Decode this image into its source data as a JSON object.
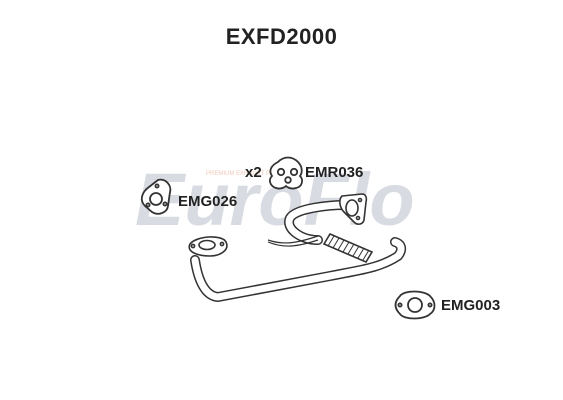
{
  "title": "EXFD2000",
  "watermark": {
    "brand": "EuroFlo",
    "tagline": "PREMIUM EXHAUST PARTS"
  },
  "parts": [
    {
      "code": "EMR036",
      "quantity": "x2",
      "kind": "rubber-mount"
    },
    {
      "code": "EMG026",
      "kind": "triangular-gasket"
    },
    {
      "code": "EMG003",
      "kind": "oval-gasket"
    }
  ],
  "colors": {
    "line": "#333333",
    "fill": "#ffffff",
    "watermark": "#d7d9e0",
    "watermark_accent": "#f2d3c4"
  }
}
